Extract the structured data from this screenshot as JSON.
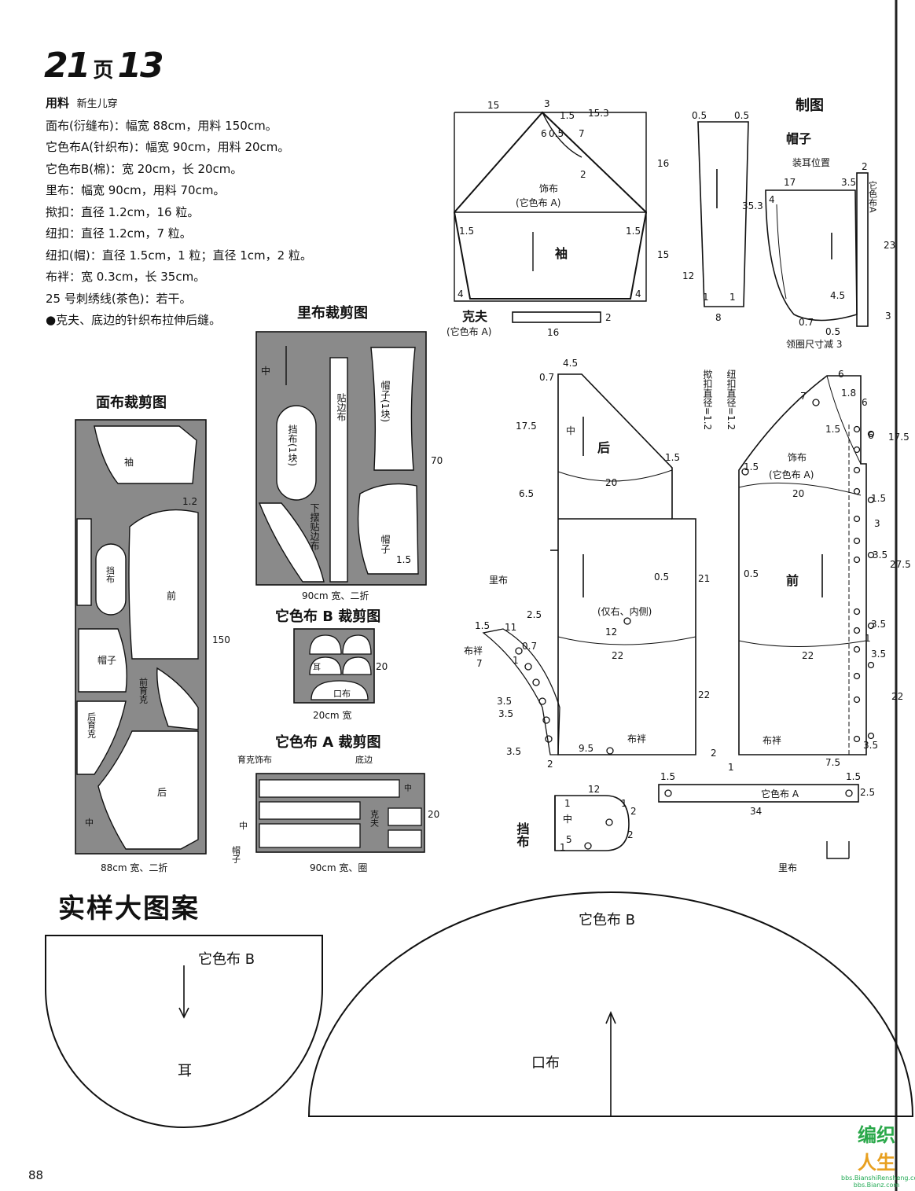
{
  "header": {
    "page_num": "21",
    "page_char": "页",
    "item_num": "13"
  },
  "materials": {
    "title": "用料",
    "subtitle": "新生儿穿",
    "lines": [
      "面布(衍缝布)：幅宽 88cm，用料 150cm。",
      "它色布A(针织布)：幅宽 90cm，用料 20cm。",
      "它色布B(棉)：宽 20cm，长 20cm。",
      "里布：幅宽 90cm，用料 70cm。",
      "揿扣：直径 1.2cm，16 粒。",
      "纽扣：直径 1.2cm，7 粒。",
      "纽扣(帽)：直径 1.5cm，1 粒；直径 1cm，2 粒。",
      "布袢：宽 0.3cm，长 35cm。",
      "25 号刺绣线(茶色)：若干。",
      "●克夫、底边的针织布拉伸后缝。"
    ]
  },
  "sections": {
    "lining": "里布裁剪图",
    "face": "面布裁剪图",
    "colorB": "它色布 B 裁剪图",
    "colorA": "它色布 A 裁剪图",
    "draft": "制图",
    "actual": "实样大图案"
  },
  "labels": {
    "sleeve": "袖",
    "ornament": "饰布",
    "colorA_paren": "(它色布 A)",
    "cuff": "克夫",
    "colorA_paren2": "(它色布 A)",
    "hood": "帽子",
    "ear_pos": "装耳位置",
    "neck_note": "领圈尺寸减 3",
    "colorA_v": "它色布A",
    "back": "后",
    "front": "前",
    "lining_s": "里布",
    "placket": "布袢",
    "right_inside": "(仅右、内侧)",
    "snap_v": "揿扣直径=1.2",
    "button_v": "纽扣直径=1.2",
    "colorA": "它色布 A",
    "guard": "挡布",
    "mid": "中",
    "mouth": "口布",
    "ear": "耳",
    "colorB": "它色布 B",
    "facing": "贴边布",
    "hem_facing": "下摆贴边布",
    "guard1": "挡布(1块)",
    "hood1": "帽子(1块)",
    "yoke_front": "前育克",
    "yoke_back": "后育克",
    "yoke_orn": "育克饰布",
    "hem": "底边",
    "w90fold": "90cm 宽、二折",
    "w88fold": "88cm 宽、二折",
    "w20": "20cm 宽",
    "w90": "90cm 宽、圈",
    "guard_short": "挡布",
    "ear_short": "耳",
    "mouth_short": "口布"
  },
  "page_number": "88",
  "watermark": {
    "line1": "编织",
    "line2": "人生",
    "url1": "bbs.BianshiRensheng.com",
    "url2": "bbs.Bianz.com"
  }
}
